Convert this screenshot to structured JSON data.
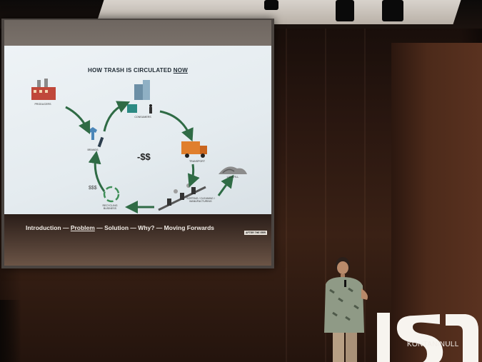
{
  "slide": {
    "title_prefix": "HOW TRASH IS CIRCULATED ",
    "title_emphasis": "NOW",
    "nodes": {
      "producers": "PRODUCERS",
      "consumers": "CONSUMERS",
      "brands": "BRANDS",
      "transport": "TRANSPORT",
      "landfill": "LANDFILL",
      "sorting": "SORTING / CLEANING / MANUFACTURING",
      "recycling": "RECYCLING BUSINESS"
    },
    "center_money": "-$$",
    "side_money": "$$$",
    "colors": {
      "arrow": "#2f6b45",
      "slide_bg": "#e8eef2"
    }
  },
  "footer": {
    "items": [
      "Introduction",
      "Problem",
      "Solution",
      "Why?",
      "Moving Forwards"
    ],
    "separator": " — ",
    "current_index": 1,
    "badge": "AFTER THE ERR"
  },
  "watermark": "KONTAN/NULL"
}
